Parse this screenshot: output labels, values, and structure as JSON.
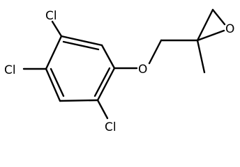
{
  "atoms": {
    "cl_top": "Cl",
    "cl_left": "Cl",
    "cl_bottom": "Cl",
    "oxygen_ether": "O",
    "oxygen_epoxide": "O"
  },
  "colors": {
    "background": "#ffffff",
    "bond": "#000000",
    "text": "#000000"
  }
}
